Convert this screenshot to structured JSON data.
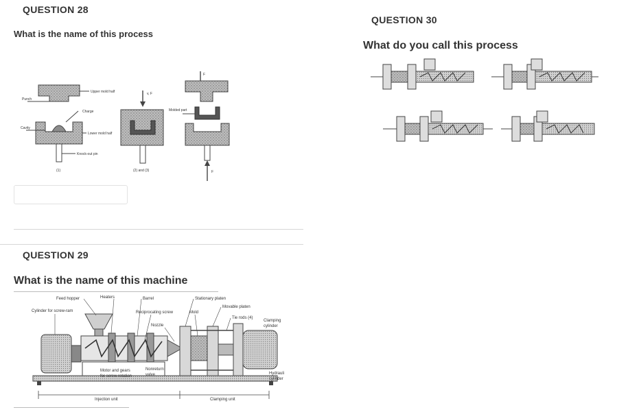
{
  "q28": {
    "label": "QUESTION 28",
    "prompt": "What is the name of this process",
    "figure": {
      "upper_mold_half": "Upper mold half",
      "punch": "Punch",
      "charge": "Charge",
      "cavity": "Cavity",
      "lower_mold_half": "Lower mold half",
      "knockout_pin": "Knock-out pin",
      "step1": "(1)",
      "step23": "(2) and (3)",
      "force_vf": "v, F",
      "molded_part": "Molded part",
      "force_f_top": "F",
      "force_f_bottom": "F"
    }
  },
  "q29": {
    "label": "QUESTION 29",
    "prompt": "What is the name of this machine",
    "figure": {
      "feed_hopper": "Feed hopper",
      "heaters": "Heaters",
      "barrel": "Barrel",
      "stationary_platen": "Stationary platen",
      "movable_platen": "Movable platen",
      "cylinder_screw_ram": "Cylinder for screw-ram",
      "reciprocating_screw": "Reciprocating screw",
      "mold": "Mold",
      "tie_rods": "Tie rods (4)",
      "clamping_cylinder_1": "Clamping",
      "clamping_cylinder_2": "cylinder",
      "nozzle": "Nozzle",
      "motor_gears_1": "Motor and gears",
      "motor_gears_2": "for screw rotation",
      "nonreturn_1": "Nonreturn",
      "nonreturn_2": "valve",
      "hydraulic_1": "Hydrauli",
      "hydraulic_2": "cylinder",
      "injection_unit": "Injection unit",
      "clamping_unit": "Clamping unit"
    }
  },
  "q30": {
    "label": "QUESTION 30",
    "prompt": "What do you call this process"
  }
}
